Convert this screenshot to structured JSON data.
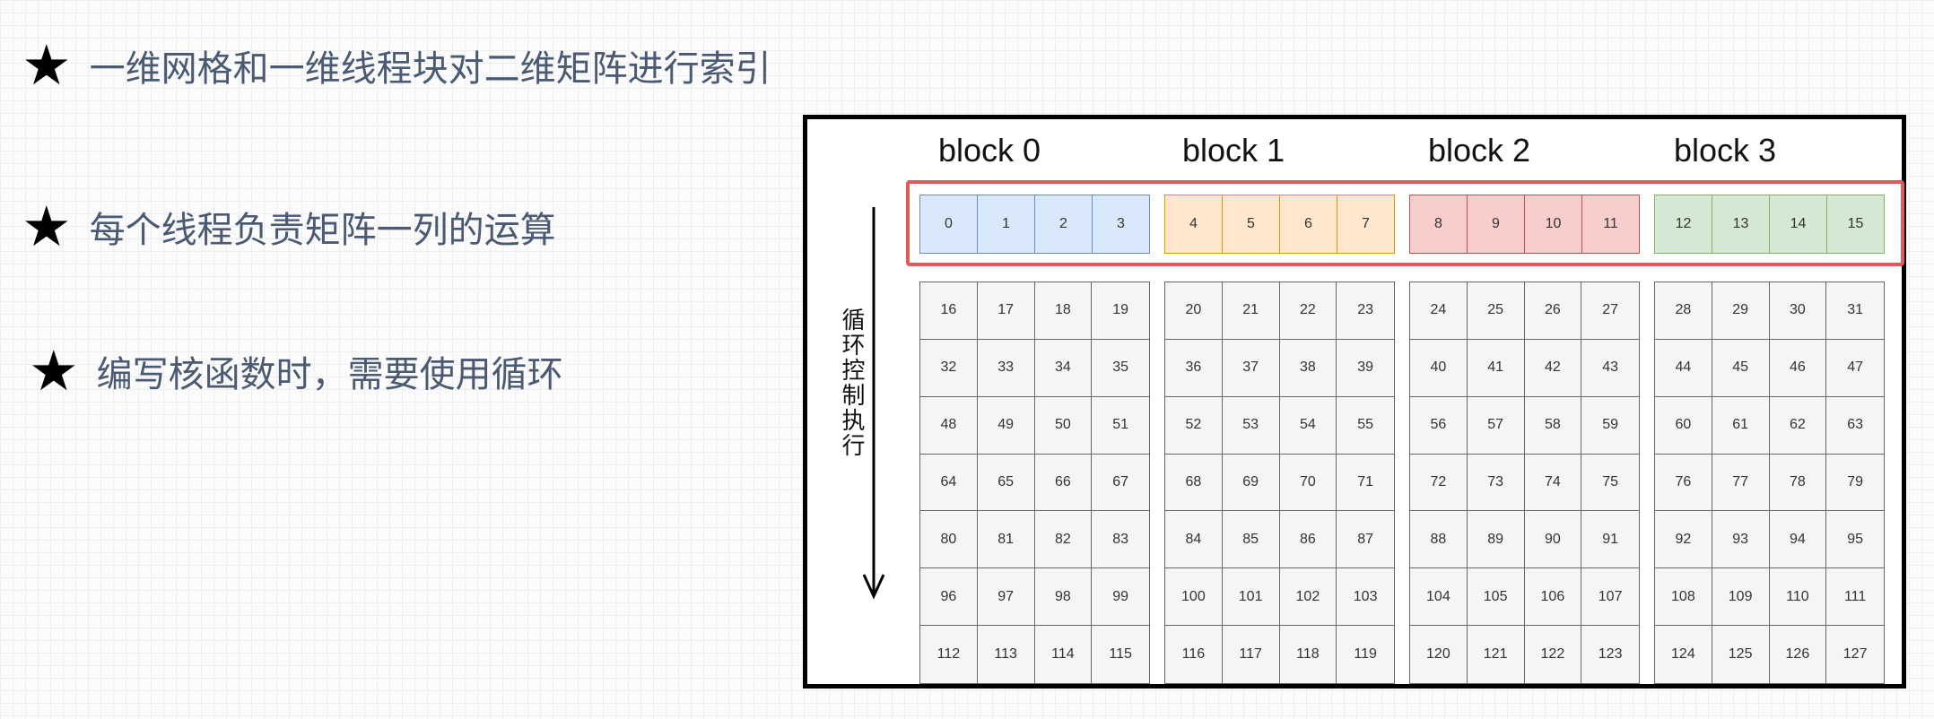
{
  "bullets": [
    "一维网格和一维线程块对二维矩阵进行索引",
    "每个线程负责矩阵一列的运算",
    "编写核函数时，需要使用循环"
  ],
  "star_glyph": "★",
  "diagram": {
    "block_labels": [
      "block 0",
      "block 1",
      "block 2",
      "block 3"
    ],
    "loop_label": "循环控制执行",
    "thread_groups": [
      {
        "color": "#dae8fc",
        "cells": [
          "0",
          "1",
          "2",
          "3"
        ]
      },
      {
        "color": "#ffe6cc",
        "cells": [
          "4",
          "5",
          "6",
          "7"
        ]
      },
      {
        "color": "#f8cecc",
        "cells": [
          "8",
          "9",
          "10",
          "11"
        ]
      },
      {
        "color": "#d5e8d4",
        "cells": [
          "12",
          "13",
          "14",
          "15"
        ]
      }
    ],
    "matrix_groups": [
      {
        "rows": [
          [
            "16",
            "17",
            "18",
            "19"
          ],
          [
            "32",
            "33",
            "34",
            "35"
          ],
          [
            "48",
            "49",
            "50",
            "51"
          ],
          [
            "64",
            "65",
            "66",
            "67"
          ],
          [
            "80",
            "81",
            "82",
            "83"
          ],
          [
            "96",
            "97",
            "98",
            "99"
          ],
          [
            "112",
            "113",
            "114",
            "115"
          ]
        ]
      },
      {
        "rows": [
          [
            "20",
            "21",
            "22",
            "23"
          ],
          [
            "36",
            "37",
            "38",
            "39"
          ],
          [
            "52",
            "53",
            "54",
            "55"
          ],
          [
            "68",
            "69",
            "70",
            "71"
          ],
          [
            "84",
            "85",
            "86",
            "87"
          ],
          [
            "100",
            "101",
            "102",
            "103"
          ],
          [
            "116",
            "117",
            "118",
            "119"
          ]
        ]
      },
      {
        "rows": [
          [
            "24",
            "25",
            "26",
            "27"
          ],
          [
            "40",
            "41",
            "42",
            "43"
          ],
          [
            "56",
            "57",
            "58",
            "59"
          ],
          [
            "72",
            "73",
            "74",
            "75"
          ],
          [
            "88",
            "89",
            "90",
            "91"
          ],
          [
            "104",
            "105",
            "106",
            "107"
          ],
          [
            "120",
            "121",
            "122",
            "123"
          ]
        ]
      },
      {
        "rows": [
          [
            "28",
            "29",
            "30",
            "31"
          ],
          [
            "44",
            "45",
            "46",
            "47"
          ],
          [
            "60",
            "61",
            "62",
            "63"
          ],
          [
            "76",
            "77",
            "78",
            "79"
          ],
          [
            "92",
            "93",
            "94",
            "95"
          ],
          [
            "108",
            "109",
            "110",
            "111"
          ],
          [
            "124",
            "125",
            "126",
            "127"
          ]
        ]
      }
    ]
  }
}
